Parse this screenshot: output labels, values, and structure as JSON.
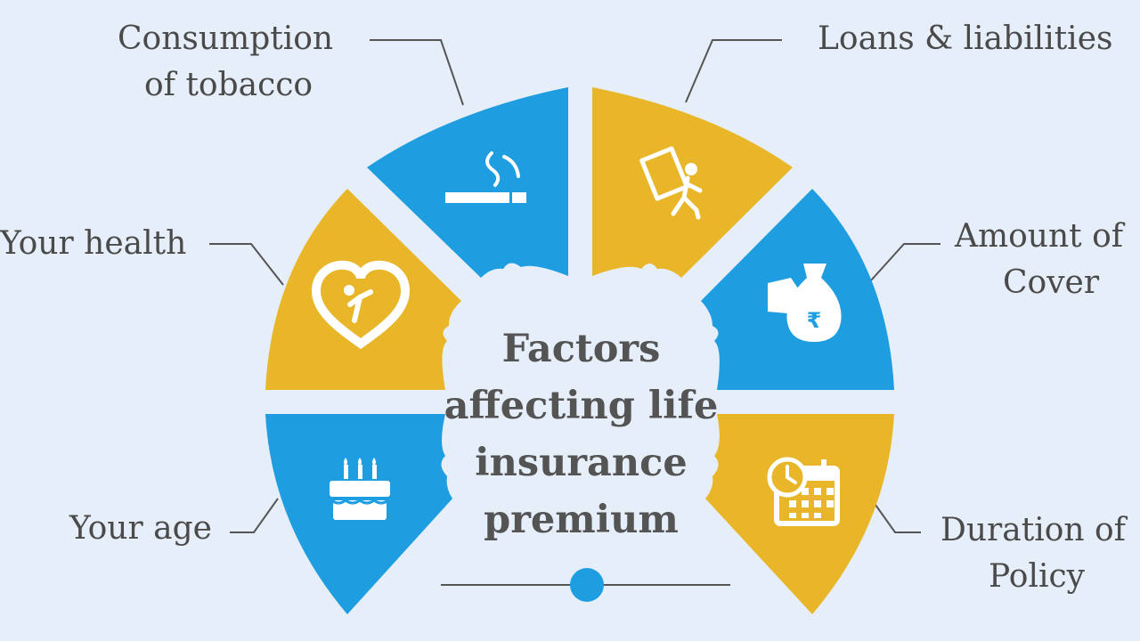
{
  "title_lines": [
    "Factors",
    "affecting life",
    "insurance",
    "premium"
  ],
  "factors": [
    {
      "id": "tobacco",
      "lines": [
        "Consumption",
        "of tobacco"
      ],
      "color": "#1e9ee0",
      "icon": "cigarette-icon"
    },
    {
      "id": "loans",
      "lines": [
        "Loans & liabilities"
      ],
      "color": "#e8b628",
      "icon": "running-man-icon"
    },
    {
      "id": "health",
      "lines": [
        "Your health"
      ],
      "color": "#e8b628",
      "icon": "heart-icon"
    },
    {
      "id": "cover",
      "lines": [
        "Amount of",
        "Cover"
      ],
      "color": "#1e9ee0",
      "icon": "money-bag-icon"
    },
    {
      "id": "age",
      "lines": [
        "Your age"
      ],
      "color": "#1e9ee0",
      "icon": "cake-icon"
    },
    {
      "id": "duration",
      "lines": [
        "Duration of",
        "Policy"
      ],
      "color": "#e8b628",
      "icon": "calendar-clock-icon"
    }
  ],
  "colors": {
    "blue": "#1e9ee0",
    "yellow": "#e8b628",
    "background": "#e6eef9",
    "text": "#4a4a4a",
    "line": "#555555"
  }
}
